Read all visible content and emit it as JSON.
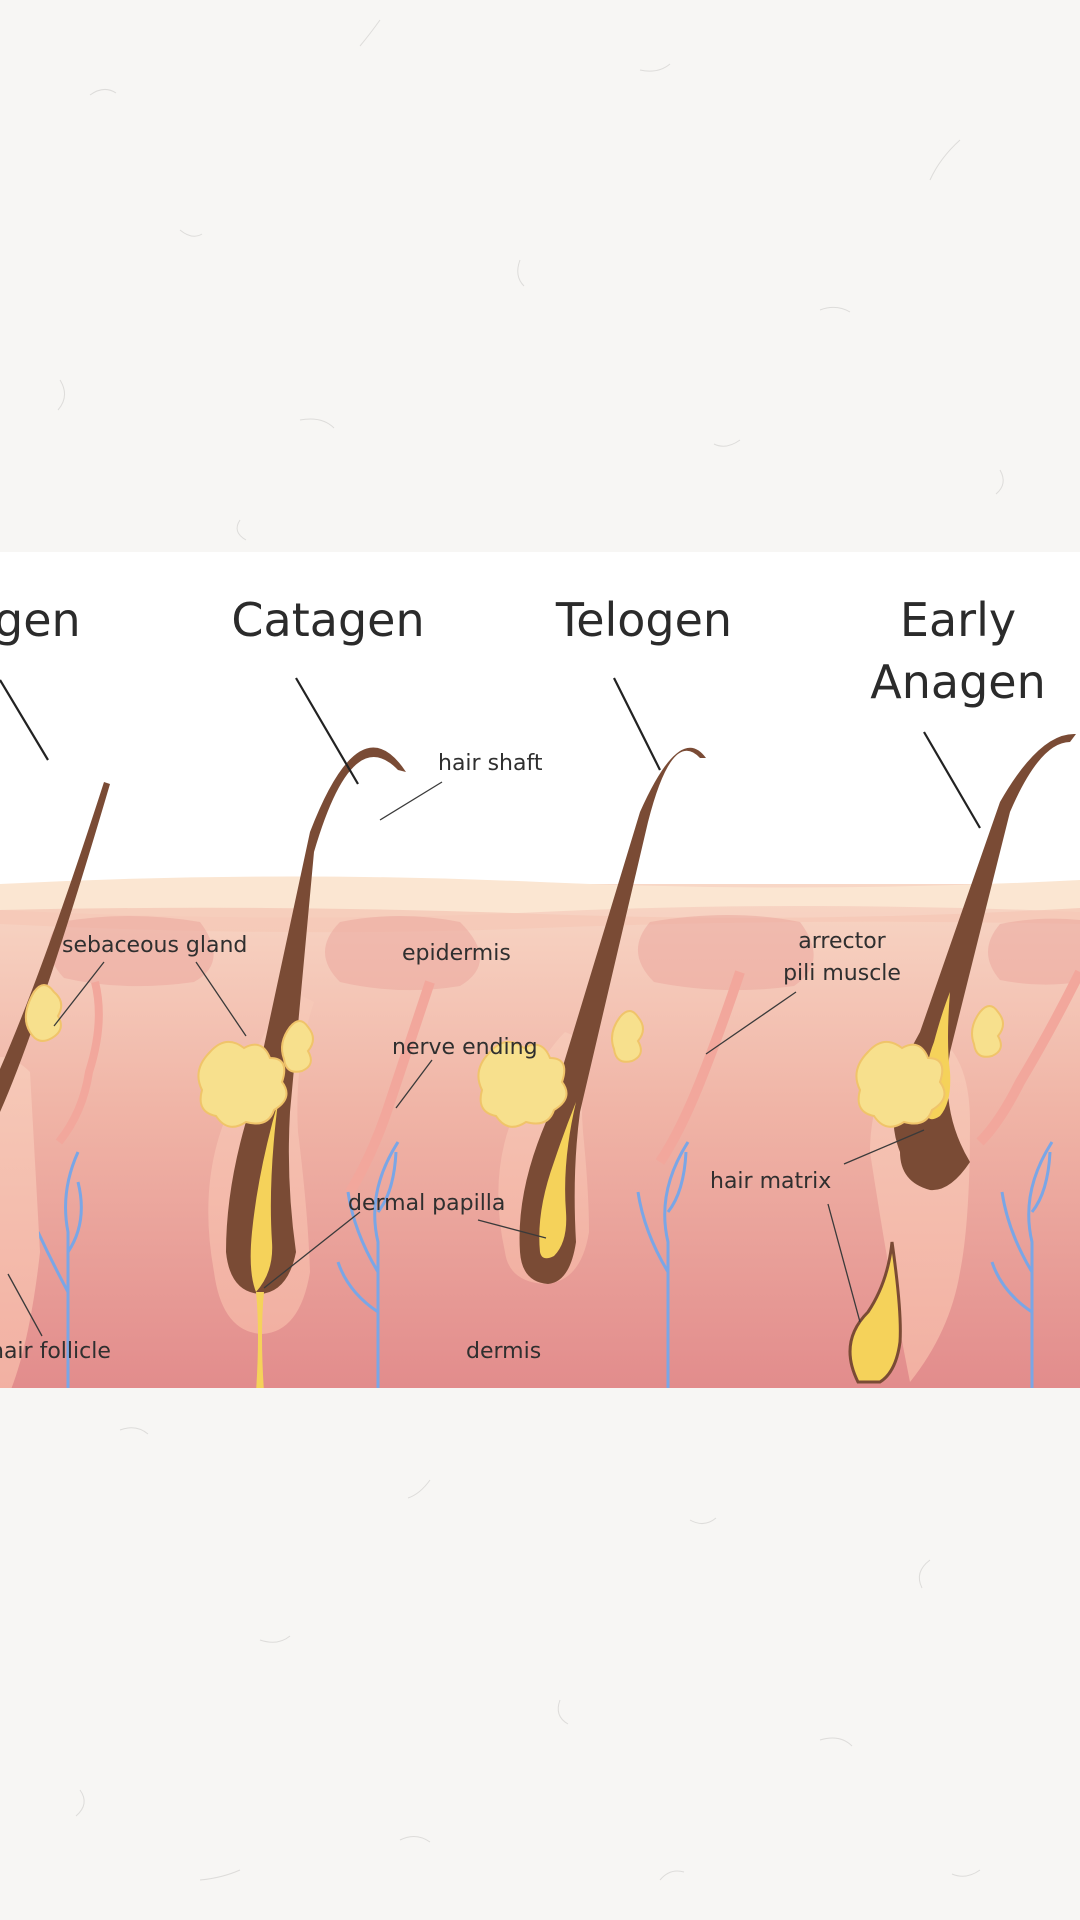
{
  "stages": {
    "anagen_partial": "gen",
    "catagen": "Catagen",
    "telogen": "Telogen",
    "early_anagen_line1": "Early",
    "early_anagen_line2": "Anagen"
  },
  "labels": {
    "hair_shaft": "hair shaft",
    "sebaceous_gland": "sebaceous gland",
    "epidermis": "epidermis",
    "arrector_line1": "arrector",
    "arrector_line2": "pili muscle",
    "nerve_ending": "nerve ending",
    "hair_matrix": "hair matrix",
    "dermal_papilla": "dermal papilla",
    "hair_follicle": "hair follicle",
    "dermis": "dermis"
  },
  "colors": {
    "page_background": "#f7f6f4",
    "diagram_background": "#ffffff",
    "skin_top": "#f6cdbd",
    "skin_bottom": "#e28c8c",
    "epidermis_light": "#fbe3cf",
    "hair_brown": "#7a4b35",
    "follicle_pink": "#f3b8a8",
    "gland_yellow": "#f7e08d",
    "papilla_yellow": "#f5d25a",
    "nerve_blue": "#7aa6e6"
  }
}
